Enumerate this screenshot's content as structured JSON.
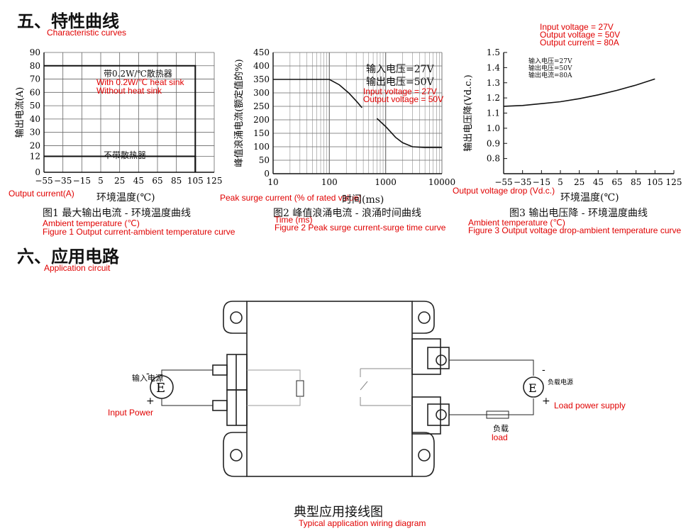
{
  "section5": {
    "title": "五、特性曲线",
    "subtitle": "Characteristic curves"
  },
  "section6": {
    "title": "六、应用电路",
    "subtitle": "Application circuit"
  },
  "chart_data": [
    {
      "type": "line",
      "caption": "图1 最大输出电流 - 环境温度曲线",
      "caption_en": "Figure 1 Output current-ambient temperature curve",
      "xlabel": "环境温度(℃)",
      "xlabel_en": "Ambient temperature (℃)",
      "ylabel": "输出电流(A)",
      "ylabel_en": "Output current(A)",
      "x_ticks": [
        "-55",
        "-35",
        "-15",
        "5",
        "25",
        "45",
        "65",
        "85",
        "105",
        "125"
      ],
      "y_ticks": [
        "90",
        "80",
        "70",
        "60",
        "50",
        "40",
        "30",
        "20",
        "12",
        "0"
      ],
      "xlim": [
        -55,
        125
      ],
      "ylim": [
        0,
        90
      ],
      "series": [
        {
          "name": "带0.2W/℃散热器",
          "name_en": "With 0.2W/℃ heat sink",
          "x": [
            -55,
            105,
            105
          ],
          "y": [
            80,
            80,
            0
          ]
        },
        {
          "name": "不带散热器",
          "name_en": "Without heat sink",
          "x": [
            -55,
            105,
            105
          ],
          "y": [
            12,
            12,
            0
          ]
        }
      ],
      "grid": true
    },
    {
      "type": "line",
      "caption": "图2 峰值浪涌电流 - 浪涌时间曲线",
      "caption_en": "Figure 2 Peak surge current-surge time curve",
      "xlabel": "时间(ms)",
      "xlabel_en": "Time (ms)",
      "ylabel": "峰值浪涌电流(额定值的%)",
      "ylabel_en": "Peak surge current (% of rated value)",
      "x_scale": "log",
      "x_ticks": [
        "10",
        "100",
        "1000",
        "10000"
      ],
      "y_ticks": [
        "450",
        "400",
        "350",
        "300",
        "250",
        "200",
        "150",
        "100",
        "50",
        "0"
      ],
      "xlim": [
        10,
        10000
      ],
      "ylim": [
        0,
        450
      ],
      "annotation": [
        "输入电压=27V",
        "输出电压=50V"
      ],
      "annotation_en": [
        "Input voltage = 27V",
        "Output voltage = 50V"
      ],
      "series": [
        {
          "x": [
            10,
            100,
            150,
            220,
            300,
            380
          ],
          "y": [
            350,
            350,
            330,
            300,
            270,
            245
          ]
        },
        {
          "x": [
            700,
            1000,
            1500,
            2000,
            3000,
            5000,
            10000
          ],
          "y": [
            205,
            175,
            135,
            115,
            100,
            97,
            97
          ]
        }
      ],
      "grid": true
    },
    {
      "type": "line",
      "caption": "图3 输出电压降 - 环境温度曲线",
      "caption_en": "Figure 3 Output voltage drop-ambient temperature curve",
      "xlabel": "环境温度(℃)",
      "xlabel_en": "Ambient temperature (℃)",
      "ylabel": "输出电压降(Vd.c.)",
      "ylabel_en": "Output voltage drop (Vd.c.)",
      "x_ticks": [
        "-55",
        "-35",
        "-15",
        "5",
        "25",
        "45",
        "65",
        "85",
        "105",
        "125"
      ],
      "y_ticks": [
        "1.5",
        "1.4",
        "1.3",
        "1.2",
        "1.1",
        "1.0",
        "0.9",
        "0.8"
      ],
      "xlim": [
        -55,
        125
      ],
      "ylim": [
        0.7,
        1.5
      ],
      "annotation": [
        "输入电压=27V",
        "输出电压=50V",
        "输出电流=80A"
      ],
      "annotation_en": [
        "Input voltage = 27V",
        "Output voltage = 50V",
        "Output current = 80A"
      ],
      "series": [
        {
          "x": [
            -55,
            -35,
            -15,
            5,
            25,
            45,
            65,
            85,
            105
          ],
          "y": [
            1.145,
            1.15,
            1.162,
            1.175,
            1.195,
            1.22,
            1.25,
            1.285,
            1.325
          ]
        }
      ],
      "grid": false
    }
  ],
  "circuit": {
    "input_label": "输入电源",
    "input_en": "Input Power",
    "load_supply_label": "负载电源",
    "load_supply_en": "Load power supply",
    "load_label": "负载",
    "load_en": "load",
    "source_symbol": "E",
    "plus": "+",
    "minus": "-",
    "caption": "典型应用接线图",
    "caption_en": "Typical application wiring diagram"
  }
}
